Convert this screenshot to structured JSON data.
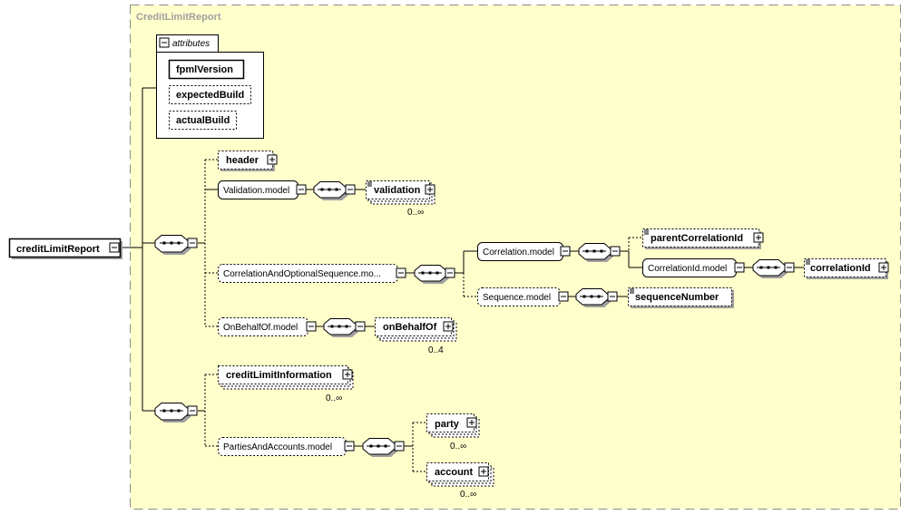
{
  "container": {
    "title": "CreditLimitReport"
  },
  "attributes": {
    "label": "attributes",
    "items": [
      "fpmlVersion",
      "expectedBuild",
      "actualBuild"
    ]
  },
  "root": {
    "label": "creditLimitReport"
  },
  "nodes": {
    "header": "header",
    "validation_model": "Validation.model",
    "validation": "validation",
    "validation_card": "0..∞",
    "correlation_seq": "CorrelationAndOptionalSequence.mo...",
    "correlation_model": "Correlation.model",
    "parent_correlation_id": "parentCorrelationId",
    "correlation_id_model": "CorrelationId.model",
    "correlation_id": "correlationId",
    "sequence_model": "Sequence.model",
    "sequence_number": "sequenceNumber",
    "on_behalf_of_model": "OnBehalfOf.model",
    "on_behalf_of": "onBehalfOf",
    "on_behalf_of_card": "0..4",
    "credit_limit_information": "creditLimitInformation",
    "credit_limit_information_card": "0..∞",
    "parties_and_accounts_model": "PartiesAndAccounts.model",
    "party": "party",
    "party_card": "0..∞",
    "account": "account",
    "account_card": "0..∞"
  }
}
